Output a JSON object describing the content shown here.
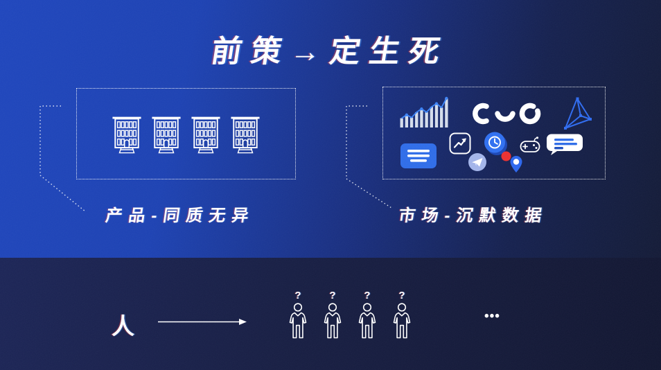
{
  "title": "前策→定生死",
  "product_panel": {
    "label": "产品-同质无异",
    "building_count": 4,
    "icon": "building"
  },
  "market_panel": {
    "label": "市场-沉默数据",
    "icons": [
      "trend-bar-chart",
      "arc-c-left",
      "arc-smile",
      "arc-c-right",
      "tetrahedron-wireframe",
      "subtitle-card",
      "trend-arrow-badge",
      "clock-badge",
      "paper-plane",
      "notification-dot",
      "map-pin",
      "game-controller",
      "chat-bubble"
    ]
  },
  "bottom": {
    "label": "人",
    "question_mark": "?",
    "person_count": 4,
    "ellipsis": "•••"
  },
  "colors": {
    "bg_bright_blue": "#1e45bc",
    "bg_dark_navy": "#121a36",
    "bottom_bg": "#161d42",
    "accent_blue": "#2e6ce8",
    "light_blue": "#a2b4ea",
    "red": "#e92f2f",
    "white": "#ffffff"
  }
}
